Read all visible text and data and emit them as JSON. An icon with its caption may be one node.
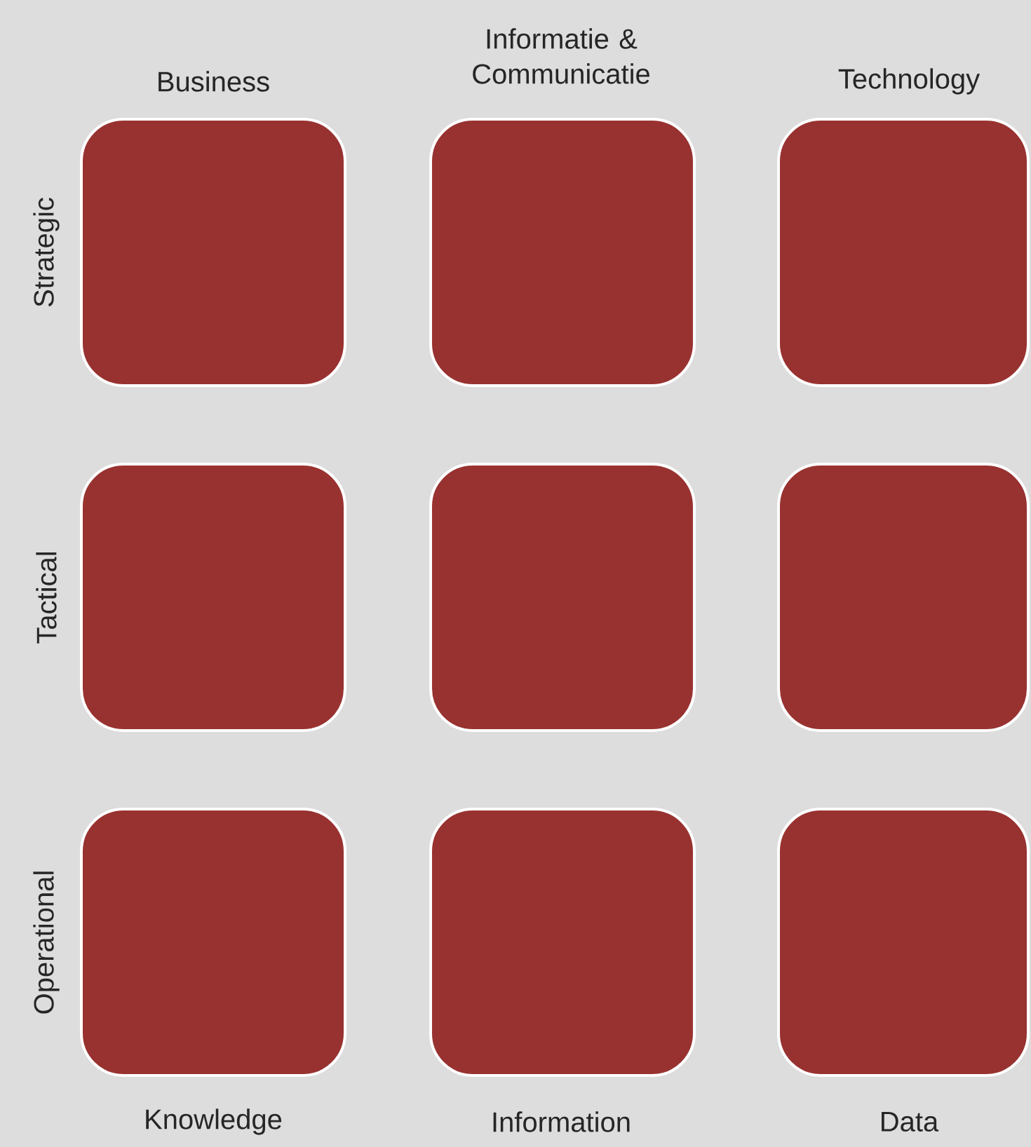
{
  "diagram": {
    "nodes": [
      {
        "text": [],
        "shape": "box"
      },
      {
        "text": [],
        "shape": "box"
      },
      {
        "text": [],
        "shape": "box"
      },
      {
        "text": [],
        "shape": "box"
      },
      {
        "text": [],
        "shape": "box"
      },
      {
        "text": [],
        "shape": "box"
      },
      {
        "text": [],
        "shape": "box"
      },
      {
        "text": [],
        "shape": "box"
      },
      {
        "text": [],
        "shape": "box"
      }
    ],
    "labels": [
      "Informatie & Communicatie",
      "Business",
      "Technology",
      "Strategic",
      "Tactical",
      "Operational",
      "Knowledge",
      "Information",
      "Data"
    ]
  }
}
